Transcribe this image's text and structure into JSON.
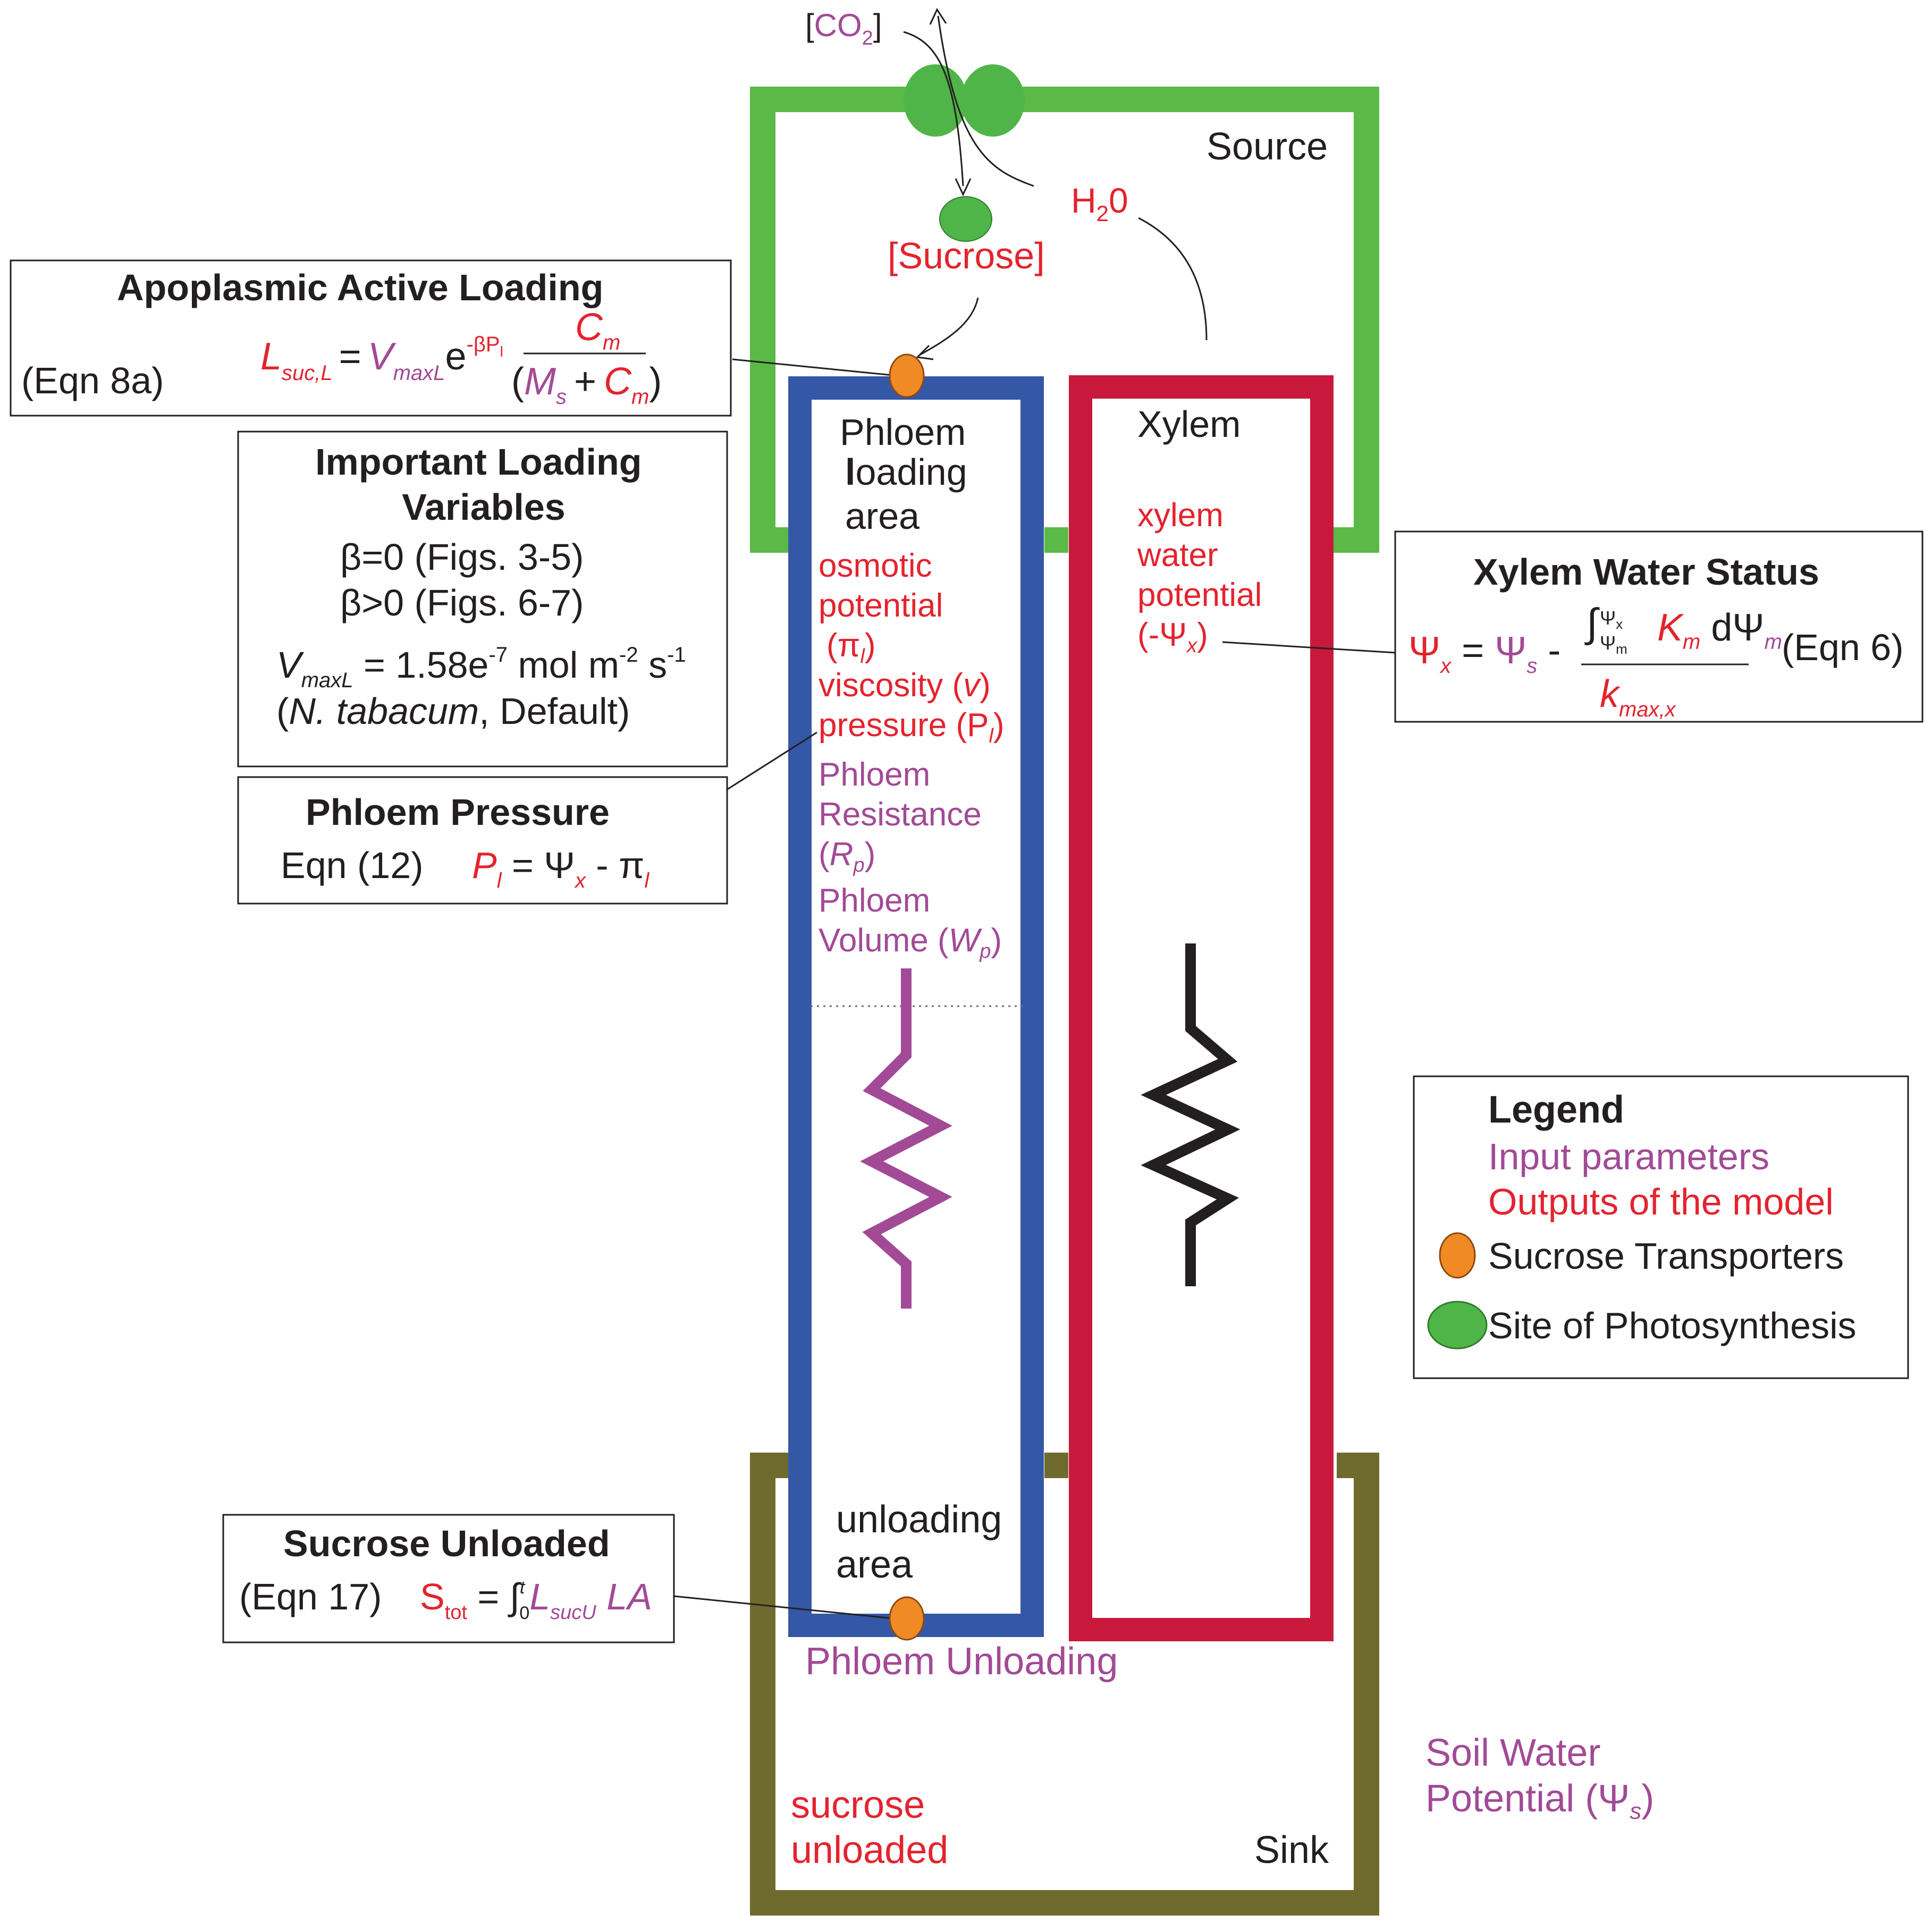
{
  "colors": {
    "source_green": "#5ab947",
    "phloem_blue": "#3558a6",
    "xylem_red": "#c8193c",
    "sink_olive": "#6f6b2e",
    "output_red": "#e4232e",
    "input_purple": "#a24a96",
    "transporter_orange": "#f08a24",
    "photosynthesis_green": "#4fb548",
    "text_black": "#231f20"
  },
  "top": {
    "co2_open": "[",
    "co2": "CO",
    "co2_sub": "2",
    "co2_close": "]",
    "h2o": "H",
    "h2o_sub": "2",
    "h2o_end": "0",
    "sucrose": "[Sucrose]",
    "source_label": "Source"
  },
  "phloem": {
    "line1": "Phloem",
    "line2_bold": "l",
    "line2_rest": "oading",
    "line3": "area",
    "osmotic_1": "osmotic",
    "osmotic_2": "potential",
    "osmotic_sym_open": "(π",
    "osmotic_sym_sub": "l",
    "osmotic_sym_close": ")",
    "viscosity_pre": "viscosity (",
    "viscosity_sym": "v",
    "viscosity_post": ")",
    "pressure_pre": "pressure (P",
    "pressure_sub": "l",
    "pressure_post": ")",
    "resistance_1": "Phloem",
    "resistance_2": "Resistance",
    "resistance_sym_open": "(",
    "resistance_sym": "R",
    "resistance_sub": "p",
    "resistance_sym_close": ")",
    "volume_1": "Phloem",
    "volume_2_pre": "Volume (",
    "volume_sym": "W",
    "volume_sub": "p",
    "volume_post": ")",
    "unloading_1": "unloading",
    "unloading_2": "area",
    "phloem_unloading": "Phloem Unloading"
  },
  "xylem": {
    "title": "Xylem",
    "line1": "xylem",
    "line2": "water",
    "line3": "potential",
    "sym_pre": "(-Ψ",
    "sym_sub": "x",
    "sym_post": ")"
  },
  "sink": {
    "label": "Sink",
    "sucrose_1": "sucrose",
    "sucrose_2": "unloaded",
    "soil_1": "Soil Water",
    "soil_2_pre": "Potential (Ψ",
    "soil_2_sub": "s",
    "soil_2_post": ")"
  },
  "apoplasmic": {
    "title": "Apoplasmic Active Loading",
    "eqn": "(Eqn 8a)",
    "L": "L",
    "L_sub": "suc,L",
    "eq": "=",
    "V": "V",
    "V_sub": "maxL",
    "e": "e",
    "exp": "-βP",
    "exp_sub": "l",
    "Cm": "C",
    "Cm_sub": "m",
    "den_open": "(",
    "Ms": "M",
    "Ms_sub": "s",
    "plus": "+",
    "Cm2": "C",
    "Cm2_sub": "m",
    "den_close": ")"
  },
  "loading_vars": {
    "title1": "Important Loading",
    "title2": "Variables",
    "beta0": "β=0 (Figs. 3-5)",
    "beta1": "β>0 (Figs. 6-7)",
    "V": "V",
    "V_sub": "maxL",
    "val_a": " = 1.58e",
    "val_exp": "-7",
    "val_b": " mol m",
    "val_exp2": "-2",
    "val_c": " s",
    "val_exp3": "-1",
    "species_open": "(",
    "species": "N. tabacum",
    "species_close": ", Default)"
  },
  "phloem_pressure": {
    "title": "Phloem Pressure",
    "eqn": "Eqn (12)",
    "P": "P",
    "P_sub": "l",
    "eq": " = Ψ",
    "psi_sub": "x",
    "minus": " - π",
    "pi_sub": "l"
  },
  "xylem_status": {
    "title": "Xylem Water Status",
    "psi": "Ψ",
    "psi_sub": "x",
    "eq": " = ",
    "psi_s": "Ψ",
    "psi_s_sub": "s",
    "minus": " - ",
    "integral": "∫",
    "upper": "Ψ",
    "upper_sub": "x",
    "lower": "Ψ",
    "lower_sub": "m",
    "K": "K",
    "K_sub": "m",
    "d": " dΨ",
    "d_sub": "m",
    "k": "k",
    "k_sub": "max,x",
    "eqn": "(Eqn 6)"
  },
  "sucrose_unloaded": {
    "title": "Sucrose Unloaded",
    "eqn": "(Eqn 17)",
    "S": "S",
    "S_sub": "tot",
    "eq": " = ",
    "integral": "∫",
    "int_upper": "t",
    "int_lower": "0",
    "L": "L",
    "L_sub": "sucU",
    "LA": " LA"
  },
  "legend": {
    "title": "Legend",
    "inputs": "Input parameters",
    "outputs": "Outputs of the model",
    "transporters": "Sucrose Transporters",
    "photosynthesis": "Site of Photosynthesis"
  }
}
